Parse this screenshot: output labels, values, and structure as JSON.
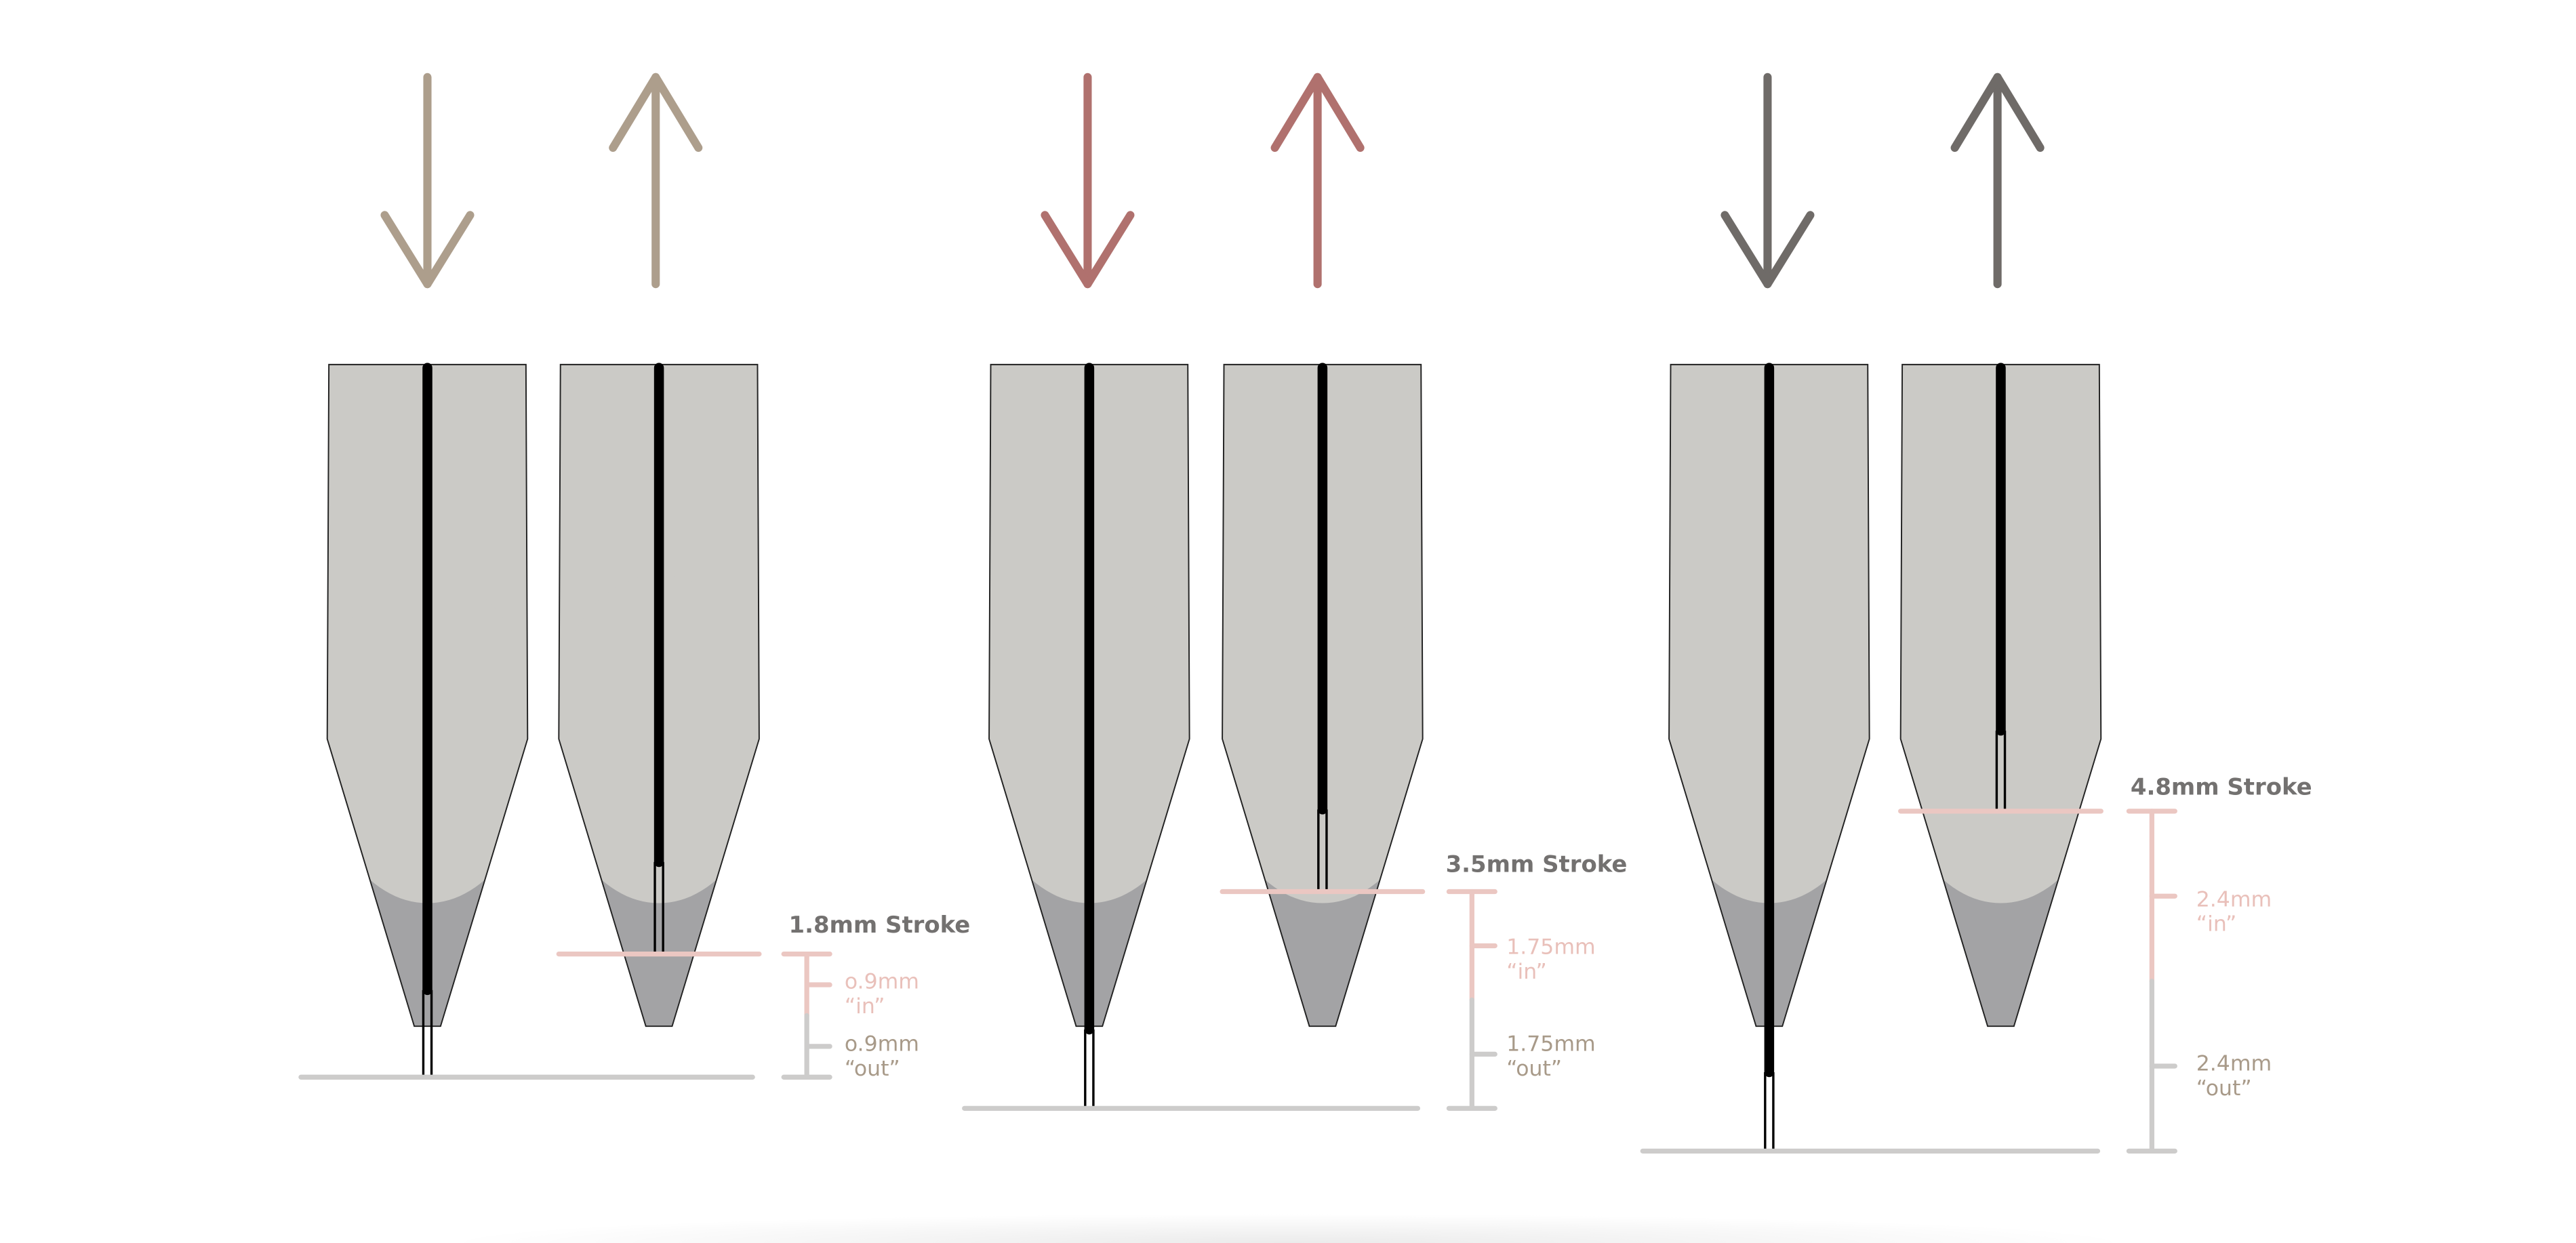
{
  "colors": {
    "pen_body": "#cbcac6",
    "pen_tip_shade": "#a3a3a5",
    "needle": "#000000",
    "in_marker": "#ebc7c2",
    "out_marker": "#cdcccb",
    "stroke_label": "#737170",
    "in_label": "#e9c0ba",
    "out_label": "#a89a89"
  },
  "groups": [
    {
      "arrow_color": "#ad9e8c",
      "stroke_label": "1.8mm Stroke",
      "in_value": "o.9mm",
      "in_label": "“in”",
      "out_value": "o.9mm",
      "out_label": "“out”",
      "arrows": [
        "down-arrow",
        "up-arrow"
      ]
    },
    {
      "arrow_color": "#b0716e",
      "stroke_label": "3.5mm Stroke",
      "in_value": "1.75mm",
      "in_label": "“in”",
      "out_value": "1.75mm",
      "out_label": "“out”",
      "arrows": [
        "down-arrow",
        "up-arrow"
      ]
    },
    {
      "arrow_color": "#6f6b68",
      "stroke_label": "4.8mm Stroke",
      "in_value": "2.4mm",
      "in_label": "“in”",
      "out_value": "2.4mm",
      "out_label": "“out”",
      "arrows": [
        "down-arrow",
        "up-arrow"
      ]
    }
  ]
}
